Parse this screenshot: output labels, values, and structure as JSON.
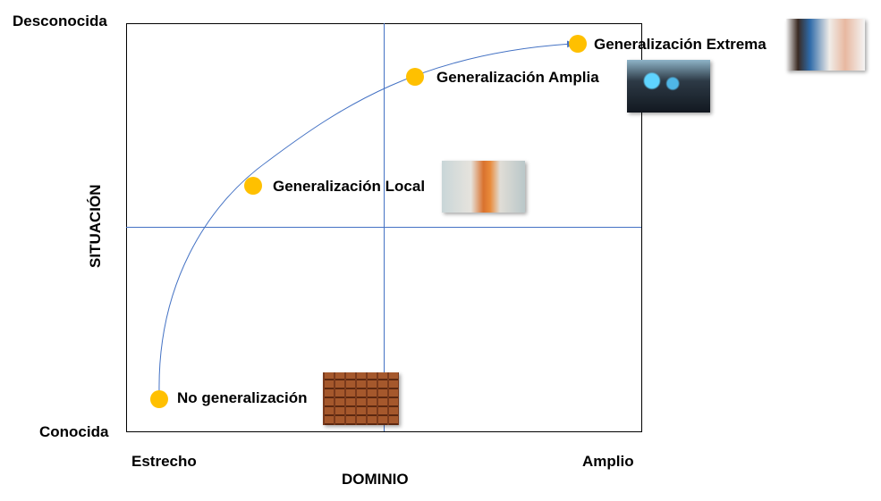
{
  "axes": {
    "y_title": "SITUACIÓN",
    "y_top": "Desconocida",
    "y_bottom": "Conocida",
    "x_title": "DOMINIO",
    "x_left": "Estrecho",
    "x_right": "Amplio"
  },
  "points": [
    {
      "label": "No generalización",
      "image": "card-catalog-drawers-photo"
    },
    {
      "label": "Generalización Local",
      "image": "woman-using-phone-photo"
    },
    {
      "label": "Generalización Amplia",
      "image": "car-dashboard-photo"
    },
    {
      "label": "Generalización Extrema",
      "image": "child-studying-photo"
    }
  ],
  "colors": {
    "point": "#FFC000",
    "axis": "#4472C4",
    "curve": "#4472C4",
    "frame": "#000000"
  }
}
